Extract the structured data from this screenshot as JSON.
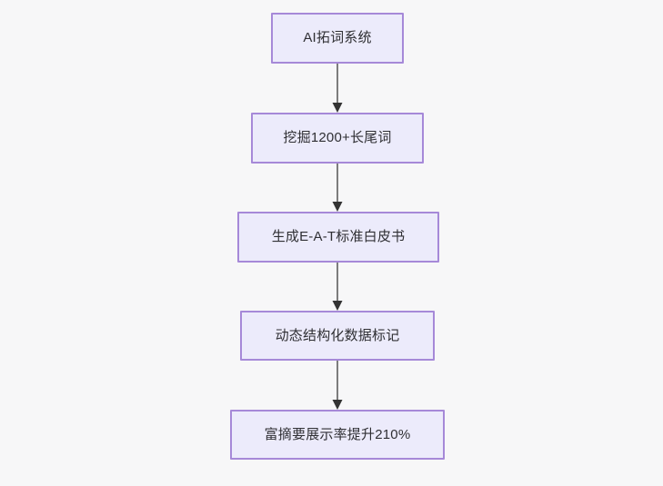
{
  "diagram": {
    "type": "flowchart",
    "direction": "top-to-bottom",
    "background_color": "#f7f7f8",
    "node_fill_color": "#ecebfb",
    "node_border_color": "#a689d8",
    "node_text_color": "#2f2f33",
    "connector_color": "#7d7d7d",
    "arrowhead_color": "#333333",
    "nodes": [
      {
        "id": "n1",
        "label": "AI拓词系统"
      },
      {
        "id": "n2",
        "label": "挖掘1200+长尾词"
      },
      {
        "id": "n3",
        "label": "生成E-A-T标准白皮书"
      },
      {
        "id": "n4",
        "label": "动态结构化数据标记"
      },
      {
        "id": "n5",
        "label": "富摘要展示率提升210%"
      }
    ],
    "edges": [
      {
        "from": "n1",
        "to": "n2",
        "label": ""
      },
      {
        "from": "n2",
        "to": "n3",
        "label": ""
      },
      {
        "from": "n3",
        "to": "n4",
        "label": ""
      },
      {
        "from": "n4",
        "to": "n5",
        "label": ""
      }
    ]
  }
}
